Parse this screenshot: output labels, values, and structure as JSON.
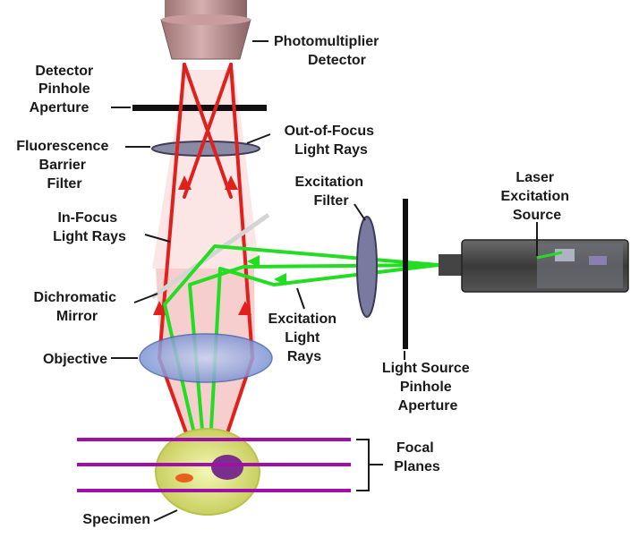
{
  "labels": {
    "photomultiplier": [
      "Photomultiplier",
      "Detector"
    ],
    "detector_pinhole": [
      "Detector",
      "Pinhole",
      "Aperture"
    ],
    "out_of_focus": [
      "Out-of-Focus",
      "Light Rays"
    ],
    "fluorescence_filter": [
      "Fluorescence",
      "Barrier",
      "Filter"
    ],
    "excitation_filter": [
      "Excitation",
      "Filter"
    ],
    "laser": [
      "Laser",
      "Excitation",
      "Source"
    ],
    "in_focus": [
      "In-Focus",
      "Light Rays"
    ],
    "dichromatic": [
      "Dichromatic",
      "Mirror"
    ],
    "excitation_rays": [
      "Excitation",
      "Light",
      "Rays"
    ],
    "objective": [
      "Objective"
    ],
    "light_source_pinhole": [
      "Light Source",
      "Pinhole",
      "Aperture"
    ],
    "focal_planes": [
      "Focal",
      "Planes"
    ],
    "specimen": [
      "Specimen"
    ]
  },
  "colors": {
    "emission_ray": "#e0201c",
    "excitation_ray": "#22dd22",
    "focal_plane": "#a010a8",
    "cone_fill": "#f6c6c6",
    "pmt_body": "#b88a8a",
    "objective_lens": "#7f97d8"
  }
}
